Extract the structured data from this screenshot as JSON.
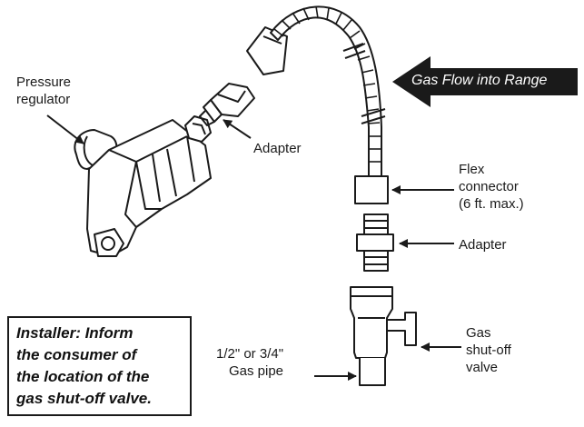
{
  "flow_arrow": {
    "text": "Gas Flow into Range"
  },
  "labels": {
    "pressure_regulator": [
      "Pressure",
      "regulator"
    ],
    "adapter_top": "Adapter",
    "flex_connector": [
      "Flex",
      "connector",
      "(6 ft. max.)"
    ],
    "adapter_bottom": "Adapter",
    "gas_pipe": [
      "1/2\" or 3/4\"",
      "Gas pipe"
    ],
    "shutoff_valve": [
      "Gas",
      "shut-off",
      "valve"
    ]
  },
  "installer_note": [
    "Installer: Inform",
    "the consumer of",
    "the location of the",
    "gas shut-off valve."
  ],
  "colors": {
    "ink": "#1a1a1a",
    "flow_arrow_fill": "#1a1a1a",
    "flow_arrow_text": "#ffffff"
  }
}
